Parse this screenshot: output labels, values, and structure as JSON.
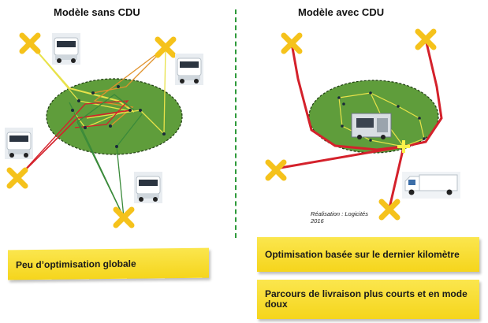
{
  "panels": {
    "left_title": "Modèle sans CDU",
    "right_title": "Modèle avec CDU"
  },
  "note": {
    "line1": "Réalisation : Logicités",
    "line2": "2016"
  },
  "banners": {
    "left": "Peu d’optimisation globale",
    "right_1": "Optimisation basée sur le dernier kilomètre",
    "right_2": "Parcours de livraison plus courts et en mode doux"
  },
  "colors": {
    "zone_fill": "#5f9d3b",
    "cross": "#f5c21b",
    "route_red": "#d4212b",
    "route_yellow": "#e8e24a",
    "route_green": "#3a8a3a",
    "route_orange": "#e0922b",
    "banner": "#f7db2a"
  },
  "icons": [
    "delivery-point-cross-icon",
    "delivery-truck-icon",
    "van-icon",
    "cdu-hub-icon"
  ]
}
